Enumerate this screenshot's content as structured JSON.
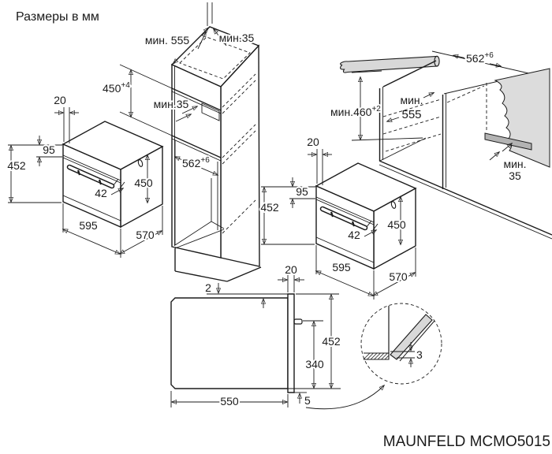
{
  "title": "Размеры в мм",
  "model": "MAUNFELD MCMO5015",
  "oven": {
    "door_offset": "20",
    "top_panel_height": "95",
    "height": "452",
    "handle_depth": "42",
    "inner_height": "450",
    "width": "595",
    "depth": "570"
  },
  "tall_cabinet": {
    "top_depth": "мин. 555",
    "top_back_gap": "мин.35",
    "niche_height": "450",
    "niche_height_tol": "+4",
    "vent_gap": "мин.35",
    "niche_width": "562",
    "niche_width_tol": "+6"
  },
  "wall_niche": {
    "width": "562",
    "width_tol": "+6",
    "min_height": "мин.460",
    "min_height_tol": "+2",
    "depth_prefix": "мин.",
    "depth": "555",
    "rear_gap_prefix": "мин.",
    "rear_gap": "35"
  },
  "side_view": {
    "top_gap": "2",
    "door_thickness": "20",
    "height": "452",
    "handle_height": "340",
    "depth": "550",
    "door_overhang": "5"
  },
  "detail": {
    "door_clearance": "3"
  }
}
